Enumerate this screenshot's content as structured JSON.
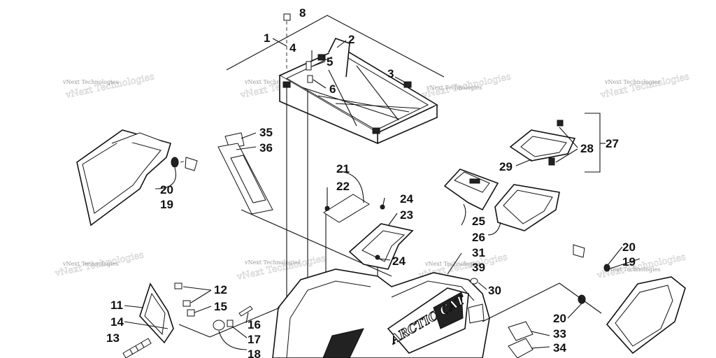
{
  "watermark": {
    "text": "vNext Technologies"
  },
  "brand": {
    "text": "ARCTIC CAT"
  },
  "callouts": [
    "1",
    "2",
    "3",
    "4",
    "5",
    "6",
    "8",
    "11",
    "12",
    "13",
    "14",
    "15",
    "16",
    "17",
    "18",
    "19",
    "19",
    "20",
    "20",
    "20",
    "21",
    "22",
    "23",
    "24",
    "24",
    "25",
    "26",
    "27",
    "28",
    "29",
    "30",
    "31",
    "33",
    "34",
    "35",
    "36",
    "39"
  ],
  "colors": {
    "ink": "#111111",
    "watermark": "#9a9a9a",
    "background": "#ffffff"
  }
}
